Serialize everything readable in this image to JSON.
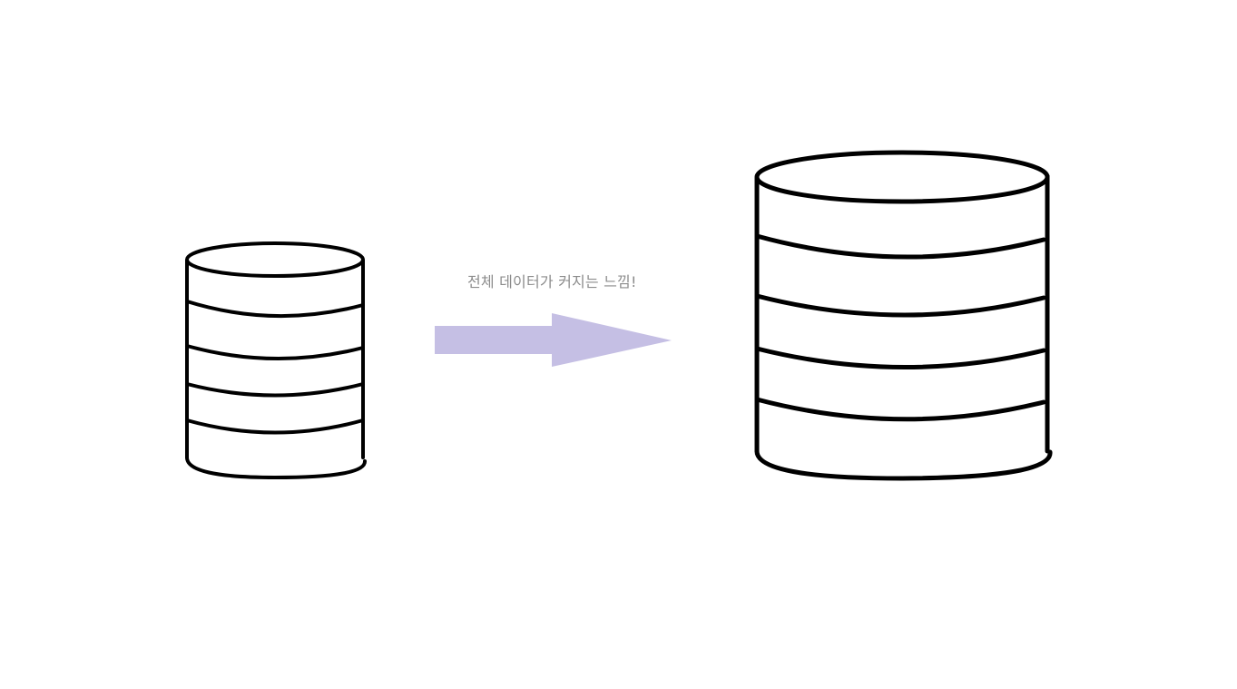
{
  "diagram": {
    "caption": "전체 데이터가 커지는 느낌!",
    "colors": {
      "arrow_fill": "#c5bfe4",
      "stroke": "#000000",
      "caption": "#8c8c8c"
    },
    "small_database": {
      "icon": "database-cylinder",
      "band_count": 5
    },
    "large_database": {
      "icon": "database-cylinder",
      "band_count": 5
    },
    "arrow": {
      "icon": "right-arrow",
      "direction": "right"
    }
  }
}
